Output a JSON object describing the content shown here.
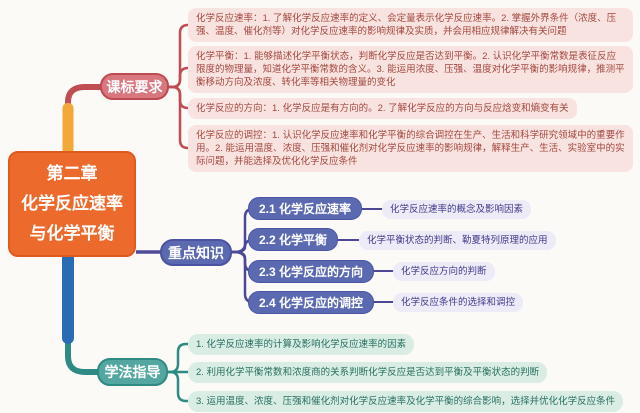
{
  "title": {
    "lines": [
      "第二章",
      "化学反应速率",
      "与化学平衡"
    ]
  },
  "branches": {
    "curriculum": {
      "label": "课标要求",
      "items": [
        "化学反应速率：1. 了解化学反应速率的定义、会定量表示化学反应速率。2. 掌握外界条件（浓度、压强、温度、催化剂等）对化学反应速率的影响规律及实质，并会用相应规律解决有关问题",
        "化学平衡：1. 能够描述化学平衡状态，判断化学反应是否达到平衡。2. 认识化学平衡常数是表征反应限度的物理量，知道化学平衡常数的含义。3. 能运用浓度、压强、温度对化学平衡的影响规律，推测平衡移动方向及浓度、转化率等相关物理量的变化",
        "化学反应的方向：1. 化学反应是有方向的。2. 了解化学反应的方向与反应焓变和熵变有关",
        "化学反应的调控：1. 认识化学反应速率和化学平衡的综合调控在生产、生活和科学研究领域中的重要作用。2. 能运用温度、浓度、压强和催化剂对化学反应速率的影响规律，解释生产、生活、实验室中的实际问题，并能选择及优化化学反应条件"
      ]
    },
    "key_knowledge": {
      "label": "重点知识",
      "sections": [
        {
          "label": "2.1 化学反应速率",
          "note": "化学反应速率的概念及影响因素"
        },
        {
          "label": "2.2 化学平衡",
          "note": "化学平衡状态的判断、勒夏特列原理的应用"
        },
        {
          "label": "2.3 化学反应的方向",
          "note": "化学反应方向的判断"
        },
        {
          "label": "2.4 化学反应的调控",
          "note": "化学反应条件的选择和调控"
        }
      ]
    },
    "study_guide": {
      "label": "学法指导",
      "items": [
        "1. 化学反应速率的计算及影响化学反应速率的因素",
        "2. 利用化学平衡常数和浓度商的关系判断化学反应是否达到平衡及平衡状态的判断",
        "3. 运用温度、浓度、压强和催化剂对化学反应速率及化学平衡的综合影响，选择并优化化学反应条件"
      ]
    }
  },
  "colors": {
    "background": "#fbfaf7",
    "central_fill": "#ec6a2c",
    "central_border": "#df5a1e",
    "trunk_yellow": "#f2a93a",
    "trunk_blue": "#2a6cb4",
    "red_line": "#bf4d52",
    "curriculum_fill": "#d8787e",
    "pink_box_bg": "#f9e3e1",
    "pink_text": "#a4483e",
    "purple_line": "#4d4896",
    "blue_node_fill": "#5b69b1",
    "note_bg": "#edebf7",
    "note_text": "#41398c",
    "teal_line": "#2e8b84",
    "study_fill": "#53a7a0",
    "green_box_bg": "#d9ede4",
    "green_text": "#28705f"
  }
}
